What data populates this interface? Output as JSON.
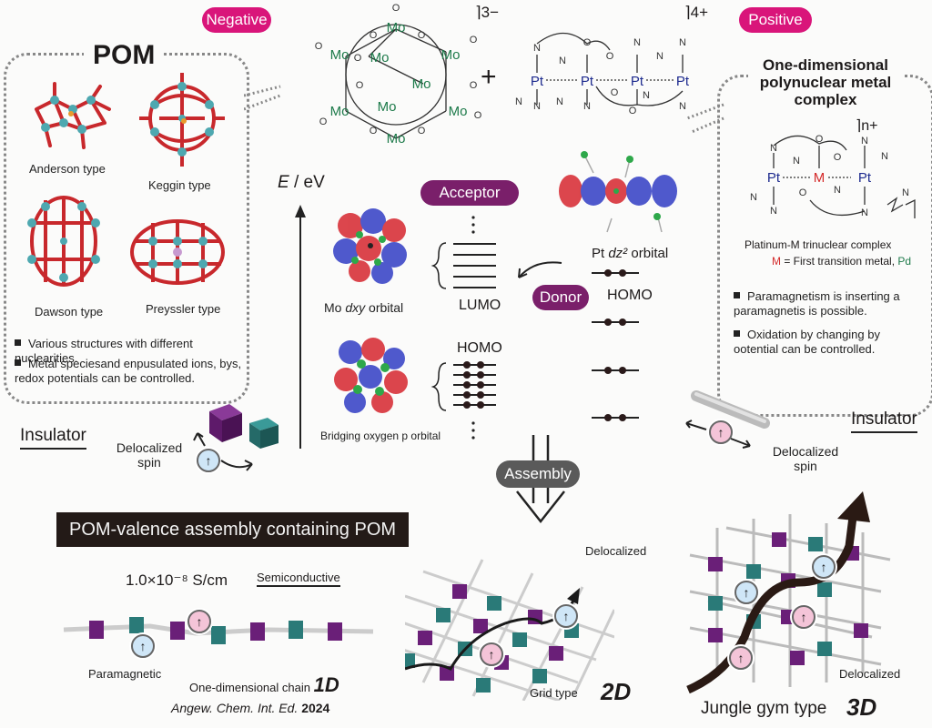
{
  "badges": {
    "negative": "Negative",
    "positive": "Positive",
    "acceptor": "Acceptor",
    "donor": "Donor",
    "assembly": "Assembly"
  },
  "colors": {
    "charge_badge": "#d9157a",
    "role_badge": "#7a1f6a",
    "assembly_badge": "#5a5a5a",
    "cube_purple": "#6a1f78",
    "cube_teal": "#2a7a78",
    "mo_atom": "#1d7a4a",
    "pt_atom": "#1e2b8f",
    "m_atom": "#d42a2a",
    "spin_blue": "#cfe6f7",
    "spin_pink": "#f4c4d8"
  },
  "pom_panel": {
    "title": "POM",
    "structures": [
      "Anderson type",
      "Keggin type",
      "Dawson type",
      "Preyssler type"
    ],
    "bullets": [
      "Various structures with different nuclearities.",
      "Metal speciesand enpusulated ions, bys, redox potentials can be controlled."
    ],
    "state": "Insulator",
    "spin_label": "Delocalized spin"
  },
  "center_formulas": {
    "pom_charge": "3−",
    "plus": "+",
    "pt_charge": "4+",
    "mo_label": "Mo",
    "o_label": "O",
    "pt_label": "Pt",
    "n_label": "N"
  },
  "complex_panel": {
    "title": "One-dimensional polynuclear metal complex",
    "charge": "n+",
    "complex_name": "Platinum-M trinuclear complex",
    "m_def_symbol": "M",
    "m_def_text": " = First transition metal, ",
    "m_def_pd": "Pd",
    "bullets": [
      "Paramagnetism is inserting a paramagnetis is possible.",
      "Oxidation by changing by ootential can be controlled."
    ],
    "state": "Insulator",
    "spin_label": "Delocalized spin"
  },
  "energy_diagram": {
    "axis_label_italic": "E",
    "axis_label": " / eV",
    "mo_orbital_prefix": "Mo ",
    "mo_orbital_italic": "dxy",
    "mo_orbital_suffix": " orbital",
    "oxygen_orbital": "Bridging oxygen p orbital",
    "lumo": "LUMO",
    "homo_pom": "HOMO",
    "pt_orbital_prefix": "Pt ",
    "pt_orbital_italic": "dz²",
    "pt_orbital_suffix": " orbital",
    "homo_pt": "HOMO"
  },
  "assembly": {
    "banner": "POM-valence assembly containing POM",
    "conductivity": "1.0×10⁻⁸ S/cm",
    "conductivity_class": "Semiconductive",
    "chain_1d": {
      "spin_label": "Paramagnetic",
      "name": "One-dimensional chain",
      "dim": "1D",
      "citation_italic": "Angew. Chem. Int. Ed.",
      "citation_year": "2024"
    },
    "grid_2d": {
      "arrow_label": "Delocalized",
      "name": "Grid type",
      "dim": "2D"
    },
    "gym_3d": {
      "arrow_label": "Delocalized",
      "name": "Jungle gym type",
      "dim": "3D"
    },
    "spin_symbol": "↑"
  }
}
